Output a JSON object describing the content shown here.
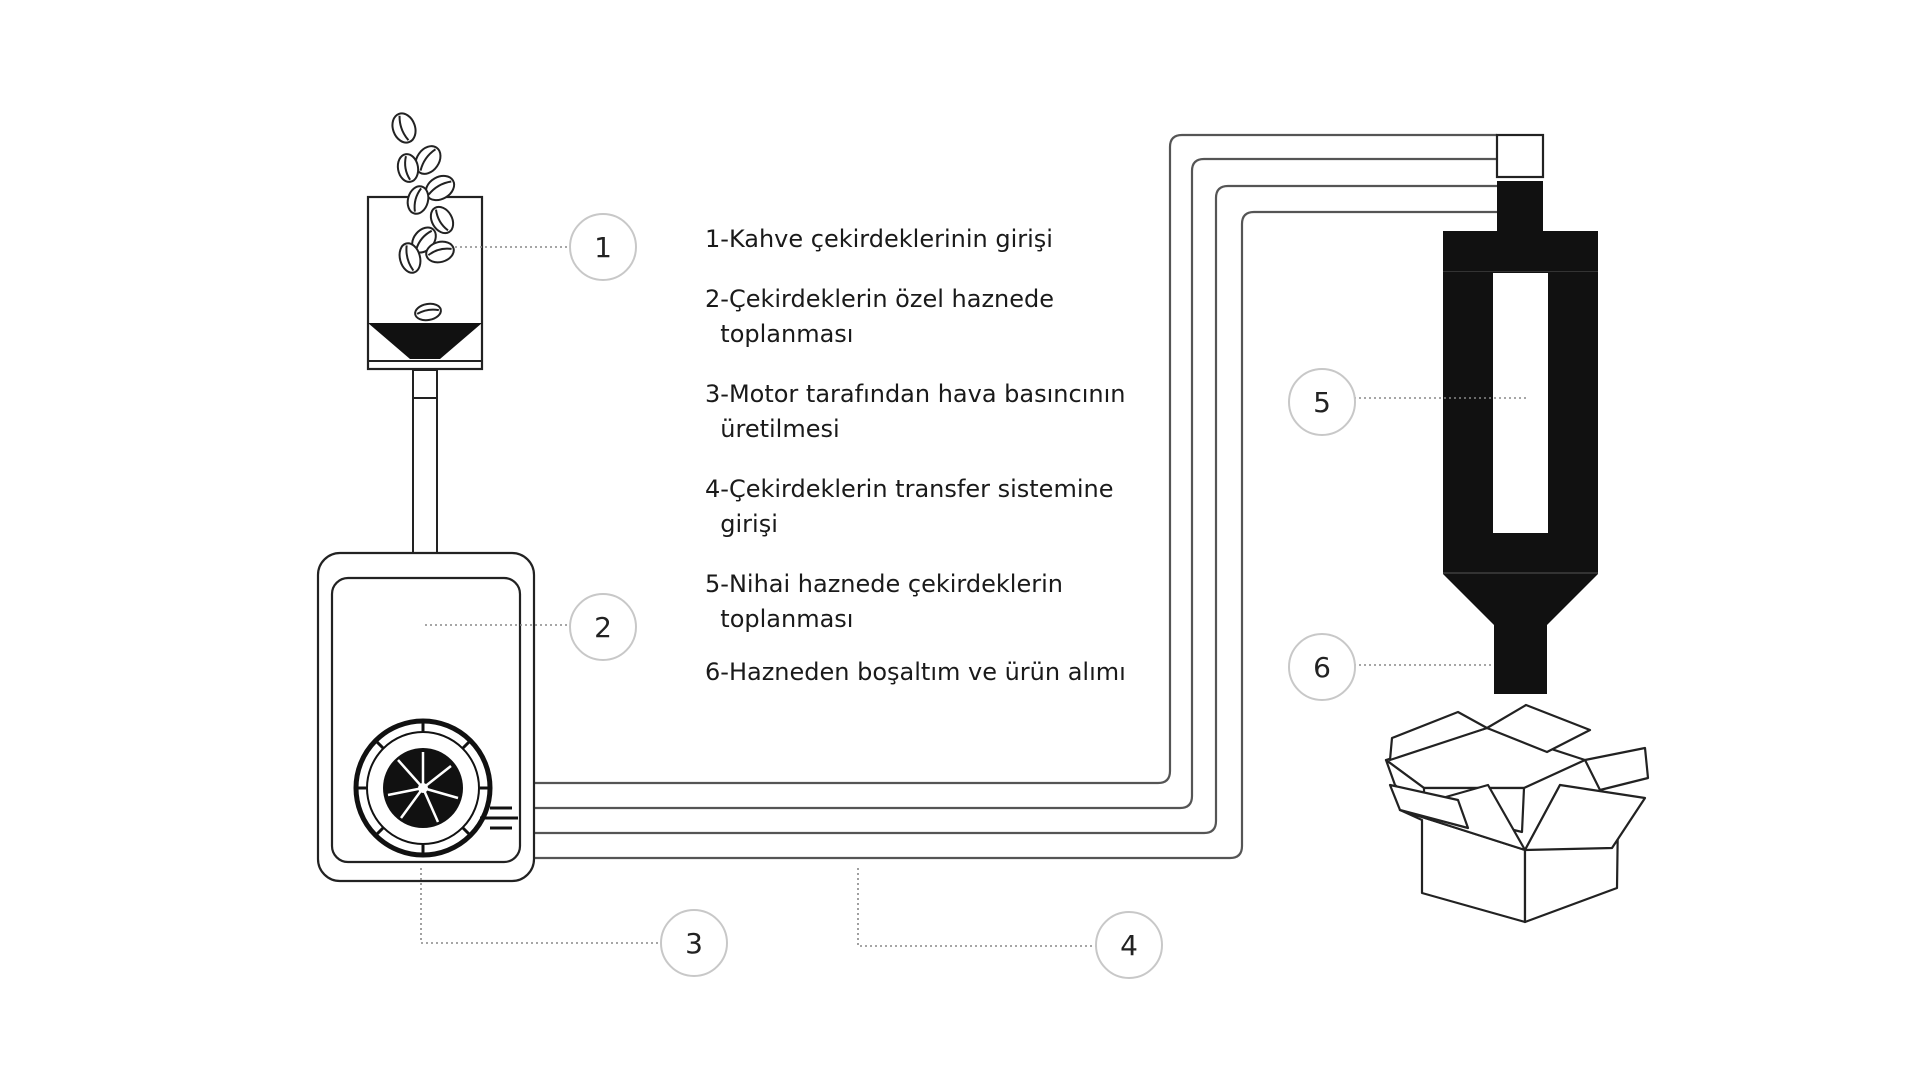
{
  "callouts": [
    "1",
    "2",
    "3",
    "4",
    "5",
    "6"
  ],
  "legend": [
    {
      "num": "1",
      "text": "-Kahve çekirdeklerinin girişi"
    },
    {
      "num": "2",
      "text": "-Çekirdeklerin özel haznede toplanması"
    },
    {
      "num": "3",
      "text": "-Motor tarafından hava basıncının üretilmesi"
    },
    {
      "num": "4",
      "text": "-Çekirdeklerin transfer sistemine girişi"
    },
    {
      "num": "5",
      "text": "-Nihai haznede çekirdeklerin toplanması"
    },
    {
      "num": "6",
      "text": "-Hazneden boşaltım ve ürün alımı"
    }
  ],
  "icons": {
    "beans": "coffee-beans-icon",
    "hopper": "hopper-icon",
    "blower": "blower-fan-icon",
    "cyclone": "cyclone-collector-icon",
    "box": "open-box-icon"
  }
}
